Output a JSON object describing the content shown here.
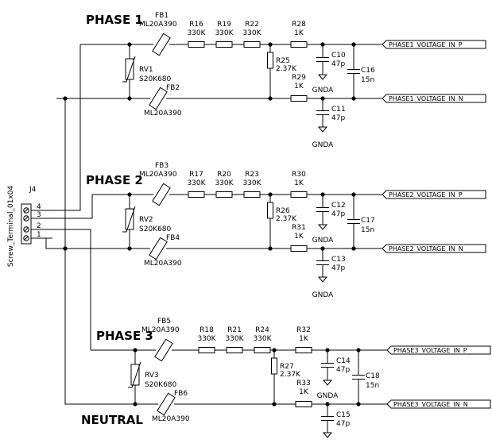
{
  "connector": {
    "ref": "J4",
    "name": "Screw_Terminal_01x04",
    "pins": [
      "4",
      "3",
      "2",
      "1"
    ]
  },
  "phases": [
    {
      "title": "PHASE 1",
      "fb_top": {
        "ref": "FB1",
        "value": "ML20A390"
      },
      "fb_bot": {
        "ref": "FB2",
        "value": "ML20A390"
      },
      "varistor": {
        "ref": "RV1",
        "value": "S20K680"
      },
      "resistors": [
        {
          "ref": "R16",
          "value": "330K"
        },
        {
          "ref": "R19",
          "value": "330K"
        },
        {
          "ref": "R22",
          "value": "330K"
        }
      ],
      "r_top": {
        "ref": "R28",
        "value": "1K"
      },
      "r_bot": {
        "ref": "R29",
        "value": "1K"
      },
      "r_div": {
        "ref": "R25",
        "value": "2.37K"
      },
      "c_top": {
        "ref": "C10",
        "value": "47p"
      },
      "c_bot": {
        "ref": "C11",
        "value": "47p"
      },
      "c_diff": {
        "ref": "C16",
        "value": "15n"
      },
      "gnd": "GNDA",
      "net_p": "PHASE1_VOLTAGE_IN_P",
      "net_n": "PHASE1_VOLTAGE_IN_N"
    },
    {
      "title": "PHASE 2",
      "fb_top": {
        "ref": "FB3",
        "value": "ML20A390"
      },
      "fb_bot": {
        "ref": "FB4",
        "value": "ML20A390"
      },
      "varistor": {
        "ref": "RV2",
        "value": "S20K680"
      },
      "resistors": [
        {
          "ref": "R17",
          "value": "330K"
        },
        {
          "ref": "R20",
          "value": "330K"
        },
        {
          "ref": "R23",
          "value": "330K"
        }
      ],
      "r_top": {
        "ref": "R30",
        "value": "1K"
      },
      "r_bot": {
        "ref": "R31",
        "value": "1K"
      },
      "r_div": {
        "ref": "R26",
        "value": "2.37K"
      },
      "c_top": {
        "ref": "C12",
        "value": "47p"
      },
      "c_bot": {
        "ref": "C13",
        "value": "47p"
      },
      "c_diff": {
        "ref": "C17",
        "value": "15n"
      },
      "gnd": "GNDA",
      "net_p": "PHASE2_VOLTAGE_IN_P",
      "net_n": "PHASE2_VOLTAGE_IN_N"
    },
    {
      "title": "PHASE 3",
      "fb_top": {
        "ref": "FB5",
        "value": "ML20A390"
      },
      "fb_bot": {
        "ref": "FB6",
        "value": "ML20A390"
      },
      "varistor": {
        "ref": "RV3",
        "value": "S20K680"
      },
      "resistors": [
        {
          "ref": "R18",
          "value": "330K"
        },
        {
          "ref": "R21",
          "value": "330K"
        },
        {
          "ref": "R24",
          "value": "330K"
        }
      ],
      "r_top": {
        "ref": "R32",
        "value": "1K"
      },
      "r_bot": {
        "ref": "R33",
        "value": "1K"
      },
      "r_div": {
        "ref": "R27",
        "value": "2.37K"
      },
      "c_top": {
        "ref": "C14",
        "value": "47p"
      },
      "c_bot": {
        "ref": "C15",
        "value": "47p"
      },
      "c_diff": {
        "ref": "C18",
        "value": "15n"
      },
      "gnd": "GNDA",
      "net_p": "PHASE3_VOLTAGE_IN_P",
      "net_n": "PHASE3_VOLTAGE_IN_N"
    }
  ],
  "neutral_label": "NEUTRAL"
}
